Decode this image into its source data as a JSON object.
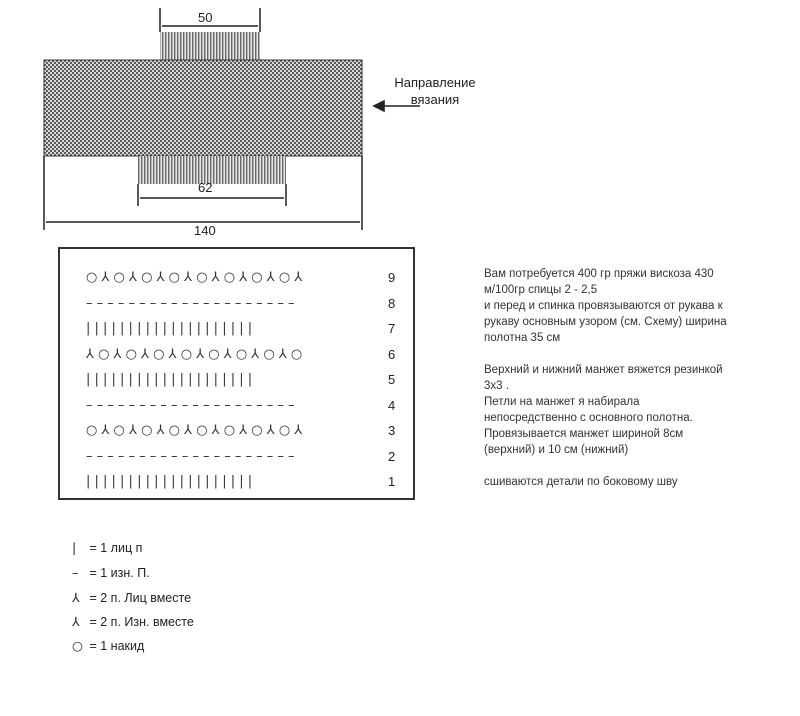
{
  "schematic": {
    "dimension_top": "50",
    "dimension_bottom": "62",
    "dimension_total": "140",
    "direction_label_line1": "Направление",
    "direction_label_line2": "вязания"
  },
  "stitch_chart": {
    "rows": [
      {
        "number": "9",
        "symbols": "○ ⅄ ○ ⅄ ○ ⅄ ○ ⅄ ○ ⅄ ○ ⅄ ○ ⅄ ○ ⅄"
      },
      {
        "number": "8",
        "symbols": "– – – – – – – – – – – – – – – – – – – –"
      },
      {
        "number": "7",
        "symbols": "| | | | | | | | | | | | | | | | | | | |"
      },
      {
        "number": "6",
        "symbols": "⅄ ○ ⅄ ○ ⅄ ○ ⅄ ○ ⅄ ○ ⅄ ○ ⅄ ○ ⅄ ○"
      },
      {
        "number": "5",
        "symbols": "| | | | | | | | | | | | | | | | | | | |"
      },
      {
        "number": "4",
        "symbols": "– – – – – – – – – – – – – – – – – – – –"
      },
      {
        "number": "3",
        "symbols": "○ ⅄ ○ ⅄ ○ ⅄ ○ ⅄ ○ ⅄ ○ ⅄ ○ ⅄ ○ ⅄"
      },
      {
        "number": "2",
        "symbols": "– – – – – – – – – – – – – – – – – – – –"
      },
      {
        "number": "1",
        "symbols": "| | | | | | | | | | | | | | | | | | | |"
      }
    ]
  },
  "notes": {
    "line1": "Вам потребуется 400 гр пряжи вискоза 430",
    "line2": "м/100гр спицы 2 - 2,5",
    "line3": " и перед и спинка провязываются от рукава к",
    "line4": "рукаву основным узором (см. Схему) ширина",
    "line5": "полотна 35 см",
    "line6": "Верхний и нижний манжет вяжется резинкой",
    "line7": "3х3 .",
    "line8": "Петли на манжет я набирала",
    "line9": "непосредственно с основного полотна.",
    "line10": " Провязывается манжет  шириной 8см",
    "line11": "(верхний) и 10 см (нижний)",
    "line12": "сшиваются детали по боковому шву"
  },
  "legend": [
    {
      "symbol": "|",
      "text": "= 1 лиц п"
    },
    {
      "symbol": "–",
      "text": "= 1 изн. П."
    },
    {
      "symbol": "⅄",
      "text": "= 2 п. Лиц вместе"
    },
    {
      "symbol": "⅄",
      "text": "= 2 п. Изн. вместе"
    },
    {
      "symbol": "○",
      "text": "= 1 накид"
    }
  ],
  "colors": {
    "ink": "#333333",
    "fill_dark": "#7a7a7a",
    "fill_hatch": "#9a9a9a"
  }
}
